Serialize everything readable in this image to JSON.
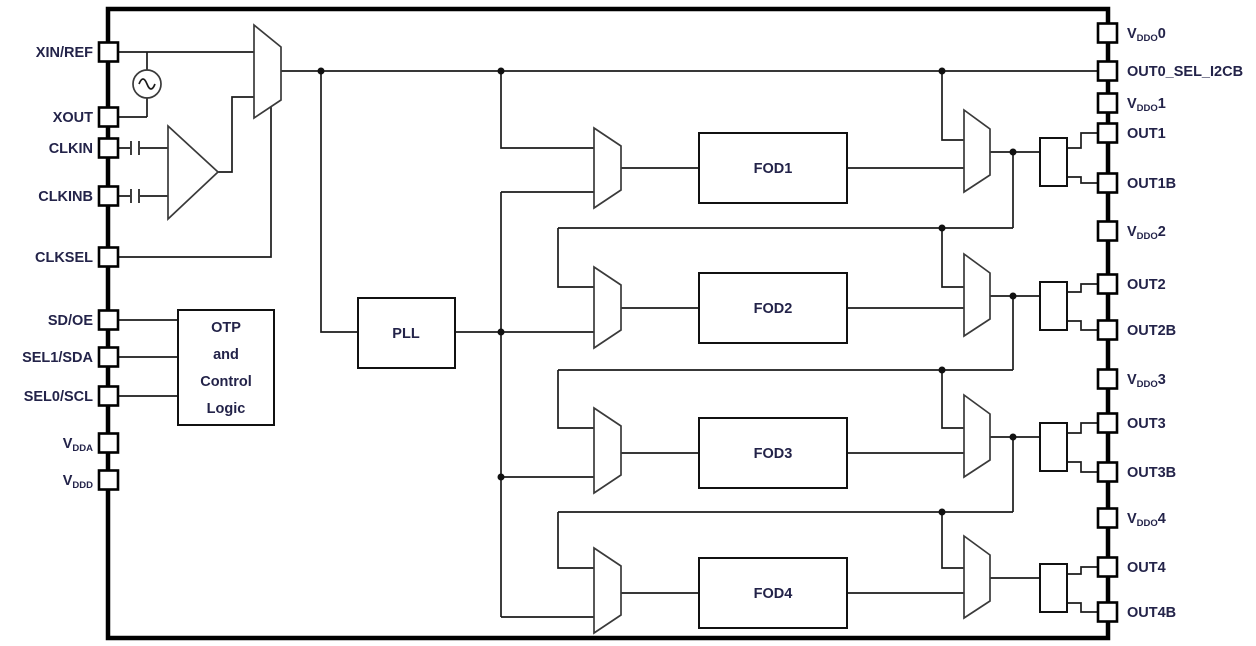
{
  "blocks": {
    "pll": {
      "label": "PLL"
    },
    "otp": {
      "line1": "OTP",
      "line2": "and",
      "line3": "Control",
      "line4": "Logic"
    },
    "fod1": {
      "label": "FOD1"
    },
    "fod2": {
      "label": "FOD2"
    },
    "fod3": {
      "label": "FOD3"
    },
    "fod4": {
      "label": "FOD4"
    }
  },
  "pins": {
    "left": [
      {
        "label": "XIN/REF"
      },
      {
        "label": "XOUT"
      },
      {
        "label": "CLKIN"
      },
      {
        "label": "CLKINB"
      },
      {
        "label": "CLKSEL"
      },
      {
        "label": "SD/OE"
      },
      {
        "label": "SEL1/SDA"
      },
      {
        "label": "SEL0/SCL"
      },
      {
        "main": "V",
        "sub": "DDA"
      },
      {
        "main": "V",
        "sub": "DDD"
      }
    ],
    "right": [
      {
        "main": "V",
        "sub": "DDO",
        "suffix": "0"
      },
      {
        "label": "OUT0_SEL_I2CB"
      },
      {
        "main": "V",
        "sub": "DDO",
        "suffix": "1"
      },
      {
        "label": "OUT1"
      },
      {
        "label": "OUT1B"
      },
      {
        "main": "V",
        "sub": "DDO",
        "suffix": "2"
      },
      {
        "label": "OUT2"
      },
      {
        "label": "OUT2B"
      },
      {
        "main": "V",
        "sub": "DDO",
        "suffix": "3"
      },
      {
        "label": "OUT3"
      },
      {
        "label": "OUT3B"
      },
      {
        "main": "V",
        "sub": "DDO",
        "suffix": "4"
      },
      {
        "label": "OUT4"
      },
      {
        "label": "OUT4B"
      }
    ]
  },
  "colors": {
    "line": "#1c1c1c",
    "text": "#232349",
    "background": "#ffffff"
  }
}
